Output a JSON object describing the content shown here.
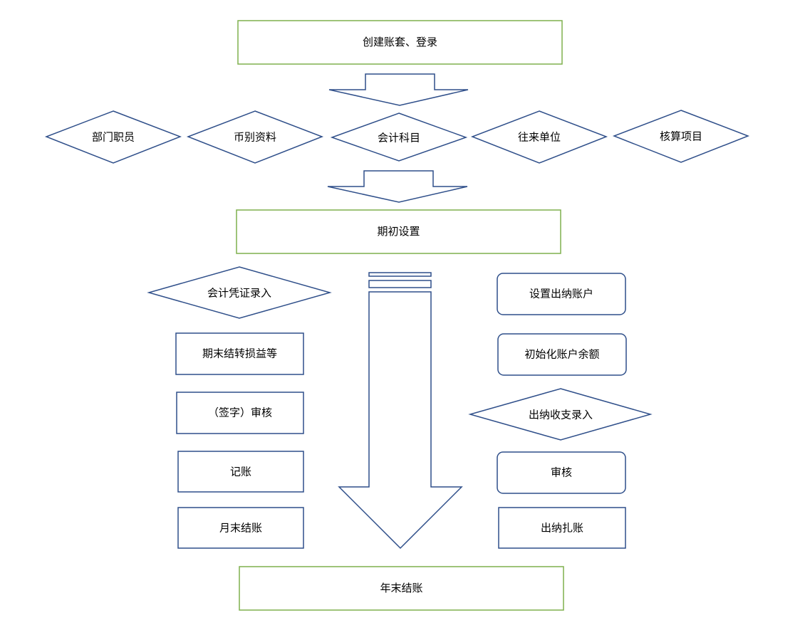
{
  "colors": {
    "green_stroke": "#7fb04d",
    "blue_stroke": "#2f4f8a",
    "text": "#000000",
    "background": "#ffffff"
  },
  "top": {
    "create_account": "创建账套、登录"
  },
  "basic_data": {
    "department": "部门职员",
    "currency": "币别资料",
    "accounting_subject": "会计科目",
    "contact_unit": "往来单位",
    "accounting_item": "核算项目"
  },
  "middle": {
    "opening_setup": "期初设置"
  },
  "left_flow": {
    "voucher_entry": "会计凭证录入",
    "period_end_transfer": "期末结转损益等",
    "sign_review": "（签字）审核",
    "bookkeeping": "记账",
    "month_end_close": "月末结账"
  },
  "right_flow": {
    "setup_cashier_account": "设置出纳账户",
    "init_account_balance": "初始化账户余额",
    "cashier_entry": "出纳收支录入",
    "review": "审核",
    "cashier_close": "出纳扎账"
  },
  "bottom": {
    "year_end_close": "年末结账"
  }
}
